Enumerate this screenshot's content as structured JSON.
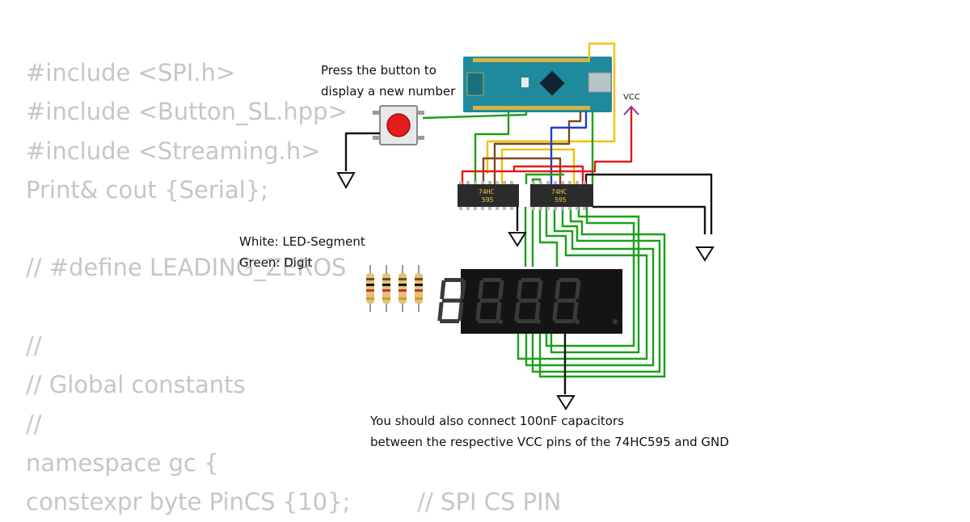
{
  "code": {
    "lines": [
      "#include <SPI.h>",
      "#include <Button_SL.hpp>",
      "#include <Streaming.h>",
      "Print& cout {Serial};",
      "",
      "// #define LEADING_ZEROS",
      "",
      "//",
      "// Global constants",
      "//",
      "namespace gc {",
      "constexpr byte PinCS {10};         // SPI CS PIN"
    ]
  },
  "notes": {
    "button_line1": "Press the button to",
    "button_line2": "display a new number",
    "legend_white": "White: LED-Segment",
    "legend_green": "Green: Digit",
    "caps_line1": "You should also connect 100nF capacitors",
    "caps_line2": "between the respective VCC pins of the 74HC595 and GND",
    "vcc": "VCC"
  },
  "chips": {
    "left_line1": "74HC",
    "left_line2": "595",
    "right_line1": "74HC",
    "right_line2": "595"
  },
  "colors": {
    "code_text": "#c6c6c6",
    "board": "#1f8a9c",
    "wire_green": "#1aa01a",
    "wire_yellow": "#f2c200",
    "wire_red": "#e01b1b",
    "wire_blue": "#1f3fd0",
    "wire_brown": "#7a4a20",
    "wire_black": "#111111",
    "vcc": "#8a2fb0",
    "segment": "#3a3a3a"
  }
}
